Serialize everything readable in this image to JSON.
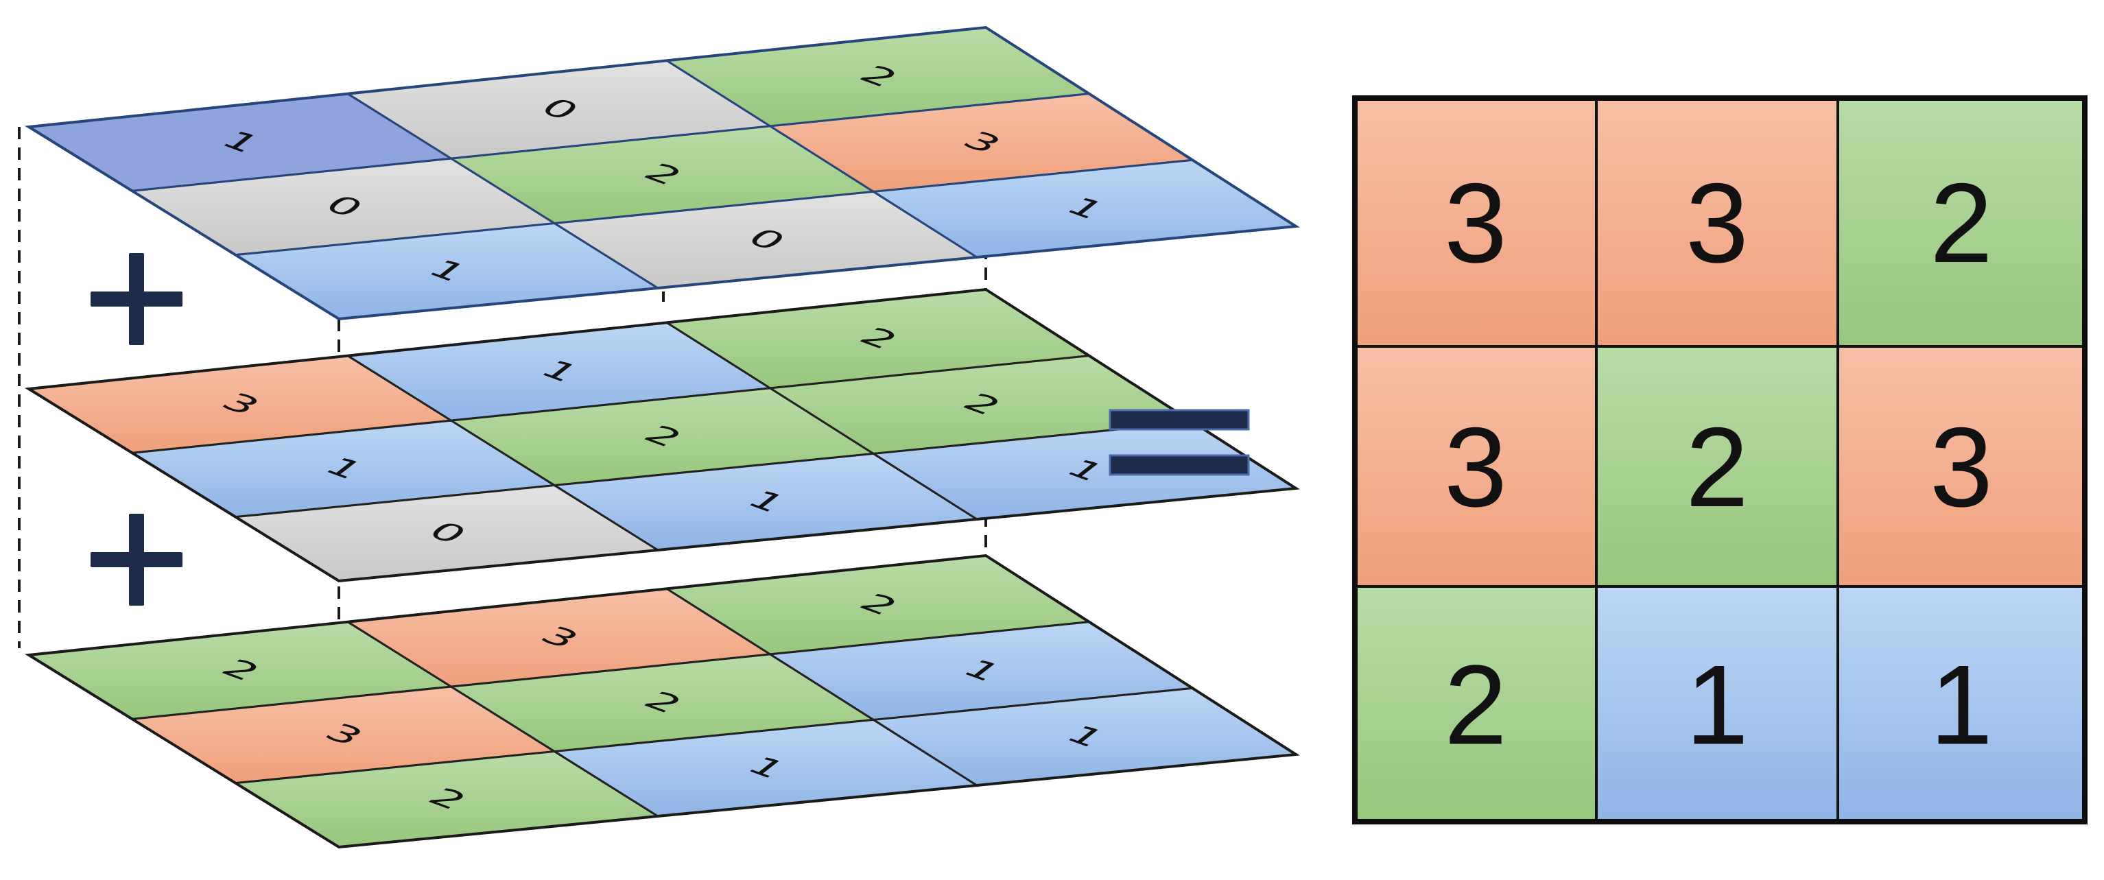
{
  "colors": {
    "blue": "#a9c9ee",
    "blue_dark": "#8fb4e6",
    "top_blue": "#8fa3dc",
    "gray": "#d5d5d5",
    "green": "#a6d18d",
    "orange": "#f2ad8a",
    "line": "#1c2b4a",
    "dash": "#1a1a1a"
  },
  "layers": [
    {
      "name": "top-layer",
      "rows": [
        [
          "1",
          "0",
          "2"
        ],
        [
          "0",
          "2",
          "3"
        ],
        [
          "1",
          "0",
          "1"
        ]
      ]
    },
    {
      "name": "middle-layer",
      "rows": [
        [
          "3",
          "1",
          "2"
        ],
        [
          "1",
          "2",
          "2"
        ],
        [
          "0",
          "1",
          "1"
        ]
      ]
    },
    {
      "name": "bottom-layer",
      "rows": [
        [
          "2",
          "3",
          "2"
        ],
        [
          "3",
          "2",
          "1"
        ],
        [
          "2",
          "1",
          "1"
        ]
      ]
    }
  ],
  "operators": {
    "plus": "+",
    "equals": "="
  },
  "result": {
    "rows": [
      [
        "3",
        "3",
        "2"
      ],
      [
        "3",
        "2",
        "3"
      ],
      [
        "2",
        "1",
        "1"
      ]
    ]
  }
}
